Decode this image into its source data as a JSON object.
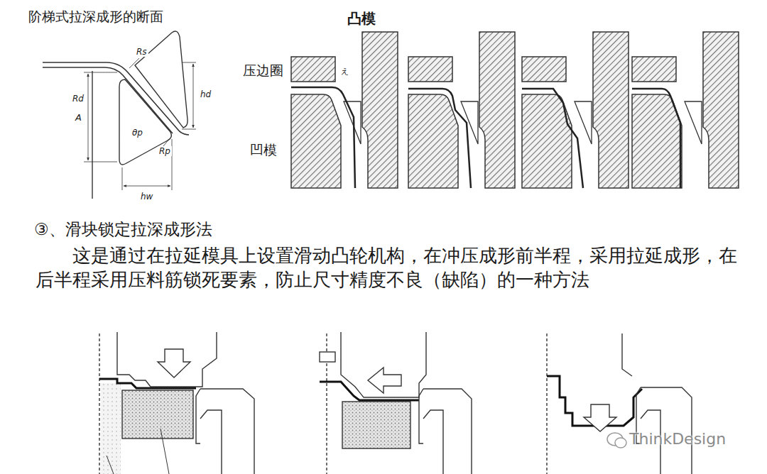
{
  "diagram": {
    "labels": [
      "阶梯式拉深成形的断面",
      "Rs",
      "Rd",
      "A",
      "hd",
      "θp",
      "Rp",
      "hw",
      "凸模",
      "え",
      "压边圈",
      "凹模",
      "③、滑块锁定拉深成形法",
      "这是通过在拉延模具上设置滑动凸轮机构，在冲压成形前半程，采用拉延成形，在后半程采用压料筋锁死要素，防止尺寸精度不良（缺陷）的一种方法",
      "ThinkDesign"
    ]
  }
}
